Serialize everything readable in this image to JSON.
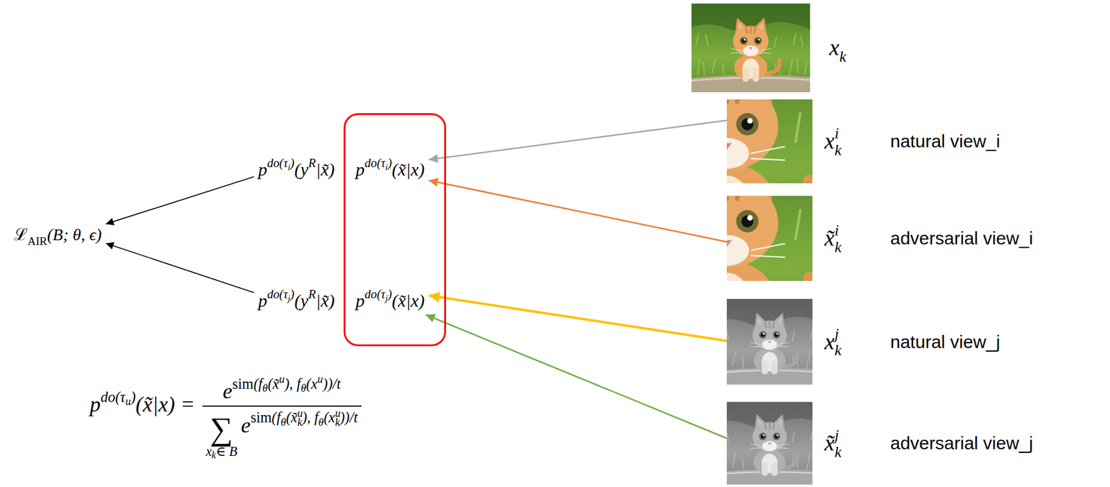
{
  "diagram": {
    "nodes": [
      {
        "text": [
          "ℒ",
          "AIR",
          "(B; θ, ϵ)"
        ]
      },
      {
        "text": [
          "p",
          "do(τ",
          "i",
          ")",
          "(y",
          "R",
          "|x̃)"
        ]
      },
      {
        "text": []
      },
      {
        "text": [
          "p",
          "do(τ",
          "i",
          ")",
          "(x̃|x)"
        ],
        "in": 2
      },
      {
        "text": [
          "p",
          "do(τ",
          "j",
          ")",
          "(y",
          "R",
          "|x̃)"
        ]
      },
      {
        "text": [
          "p",
          "do(τ",
          "j",
          ")",
          "(x̃|x)"
        ],
        "in": 2
      },
      {
        "text": [
          "p",
          "do(τ",
          "u",
          ")",
          "(x̃|x) =",
          "e",
          "sim",
          "(f",
          "θ",
          "(x̃",
          "u",
          "), f",
          "θ",
          "(x",
          "u",
          "))/t",
          "∑",
          "x",
          "k",
          "∈ B",
          "e",
          "sim",
          "(f",
          "θ",
          "(x̃",
          "u",
          "k",
          "), f",
          "θ",
          "(x",
          "u",
          "k",
          "))/t"
        ]
      },
      {
        "text": [
          "x",
          "k"
        ]
      },
      {
        "text": [
          "x",
          "k",
          "i",
          "natural view_i"
        ]
      },
      {
        "text": [
          "x̃",
          "k",
          "i",
          "adversarial view_i"
        ]
      },
      {
        "text": [
          "x",
          "k",
          "j",
          "natural view_j"
        ]
      },
      {
        "text": [
          "x̃",
          "k",
          "j",
          "adversarial view_j"
        ]
      }
    ],
    "edges": [
      {
        "from": 1,
        "to": 0,
        "arrow": "to"
      },
      {
        "from": 4,
        "to": 0,
        "arrow": "to"
      },
      {
        "from": 8,
        "to": 3,
        "arrow": "to"
      },
      {
        "from": 9,
        "to": 3,
        "arrow": "to"
      },
      {
        "from": 10,
        "to": 5,
        "arrow": "to"
      },
      {
        "from": 11,
        "to": 5,
        "arrow": "to"
      }
    ]
  }
}
